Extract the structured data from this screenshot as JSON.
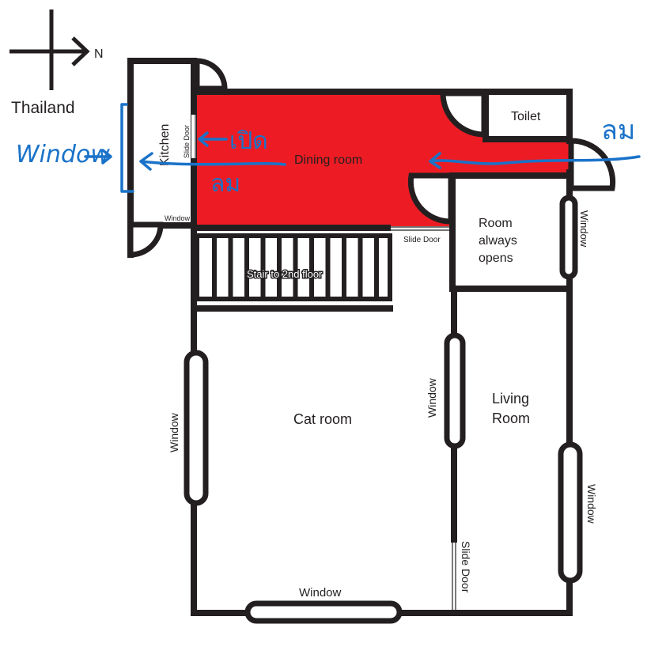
{
  "compass": {
    "direction": "N",
    "location": "Thailand"
  },
  "rooms": {
    "kitchen": "Kitchen",
    "dining": "Dining room",
    "toilet": "Toilet",
    "room_always_opens": [
      "Room",
      "always",
      "opens"
    ],
    "stair": "Stair to 2nd floor",
    "cat_room": "Cat room",
    "living_room": [
      "Living",
      "Room"
    ]
  },
  "labels": {
    "slide_door_kitchen": "Slide Door",
    "slide_door_stair": "Slide Door",
    "slide_door_living": "Slide Door",
    "window_kitchen": "Window",
    "window_room_east": "Window",
    "window_cat_west": "Window",
    "window_cat_living": "Window",
    "window_living_east": "Window",
    "window_bottom": "Window"
  },
  "annotations": {
    "window": "Window",
    "open": "เปิด",
    "wind_left": "ลม",
    "wind_right": "ลม"
  },
  "colors": {
    "wall": "#231f20",
    "dining_fill": "#ed1c24",
    "annotation": "#1a73c9"
  }
}
